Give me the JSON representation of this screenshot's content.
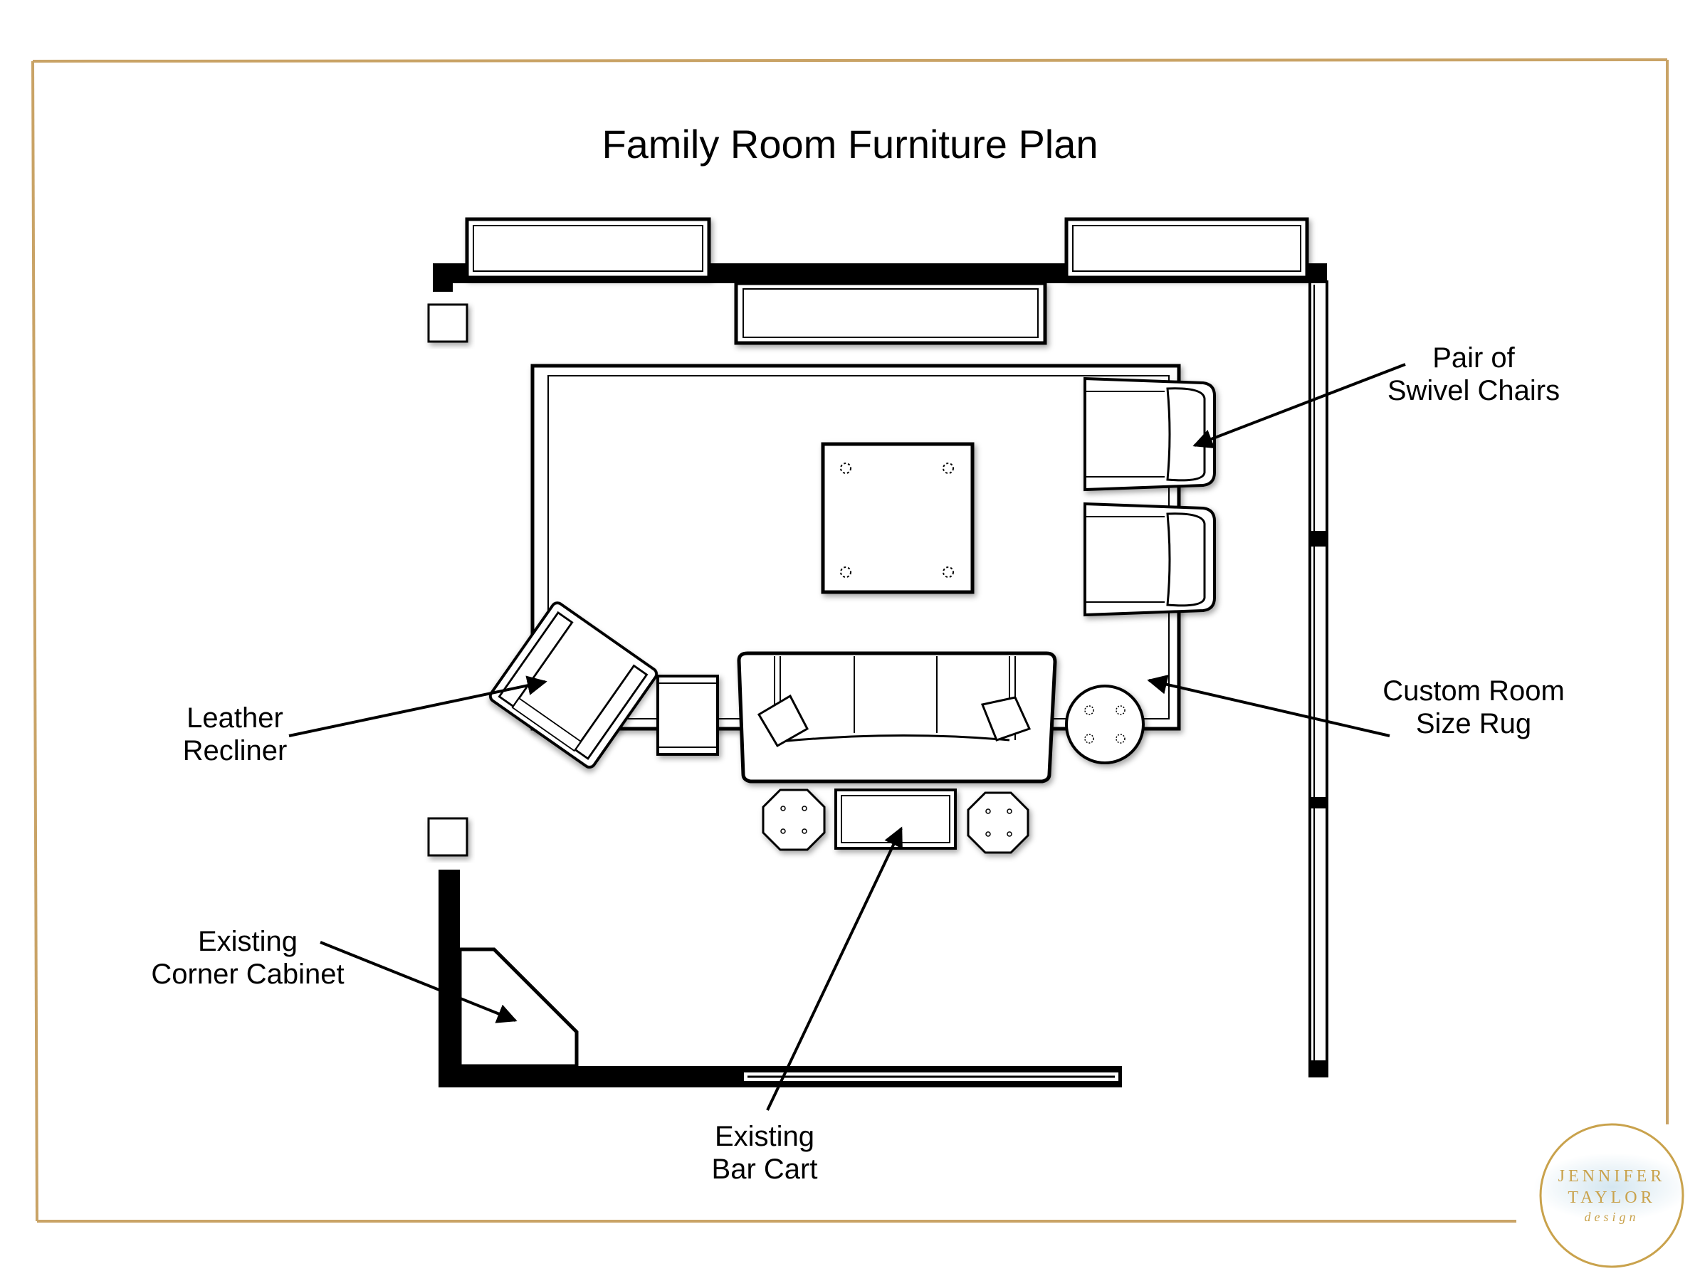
{
  "title": "Family Room Furniture Plan",
  "labels": {
    "swivel_chairs": [
      "Pair of",
      "Swivel Chairs"
    ],
    "rug": [
      "Custom Room",
      "Size Rug"
    ],
    "recliner": [
      "Leather",
      "Recliner"
    ],
    "corner_cabinet": [
      "Existing",
      "Corner Cabinet"
    ],
    "bar_cart": [
      "Existing",
      "Bar Cart"
    ]
  },
  "logo": {
    "line1": "JENNIFER",
    "line2": "TAYLOR",
    "line3": "design"
  },
  "colors": {
    "frame": "#c9a366",
    "wall": "#000000",
    "logo_gold": "#c9a24c",
    "logo_wash": "#cfe3ee"
  }
}
